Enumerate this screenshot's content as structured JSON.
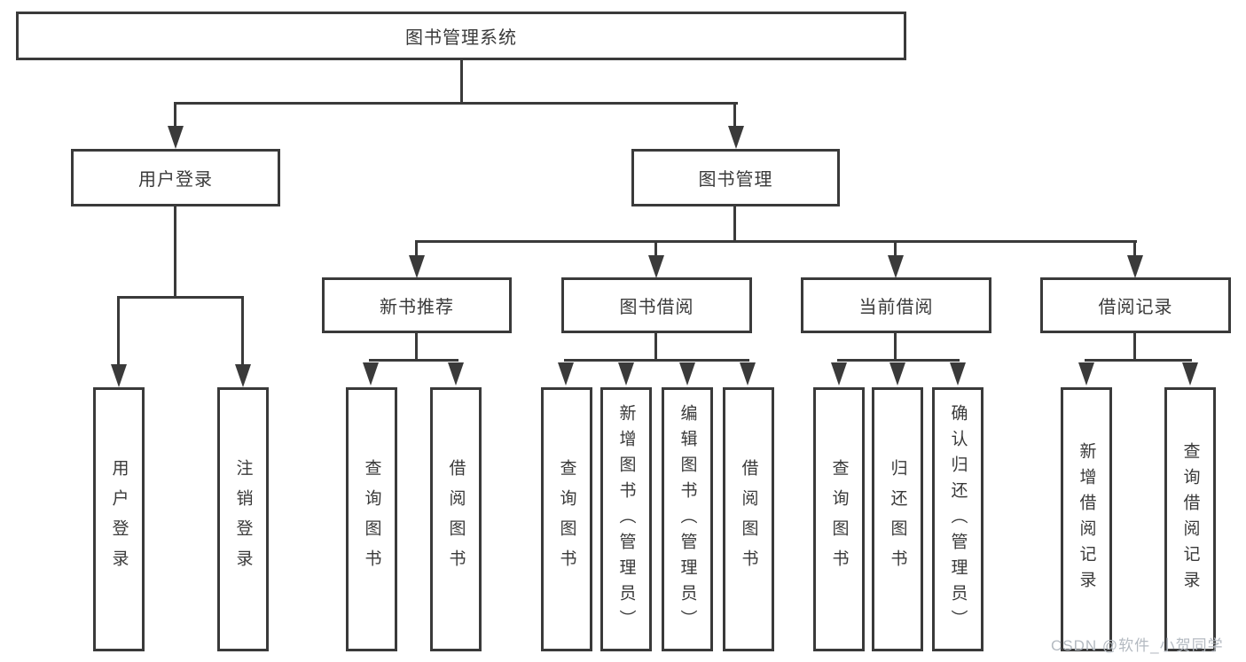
{
  "root": {
    "label": "图书管理系统"
  },
  "branches": [
    {
      "label": "用户登录",
      "children": [
        "用户登录",
        "注销登录"
      ]
    },
    {
      "label": "图书管理",
      "sections": [
        {
          "label": "新书推荐",
          "children": [
            "查询图书",
            "借阅图书"
          ]
        },
        {
          "label": "图书借阅",
          "children": [
            "查询图书",
            "新增图书（管理员）",
            "编辑图书（管理员）",
            "借阅图书"
          ]
        },
        {
          "label": "当前借阅",
          "children": [
            "查询图书",
            "归还图书",
            "确认归还（管理员）"
          ]
        },
        {
          "label": "借阅记录",
          "children": [
            "新增借阅记录",
            "查询借阅记录"
          ]
        }
      ]
    }
  ],
  "watermark": "CSDN @软件_小贺同学",
  "colors": {
    "line": "#3a3a3a",
    "text": "#3a3a3a",
    "watermark": "#b4bac1",
    "background": "#ffffff"
  }
}
